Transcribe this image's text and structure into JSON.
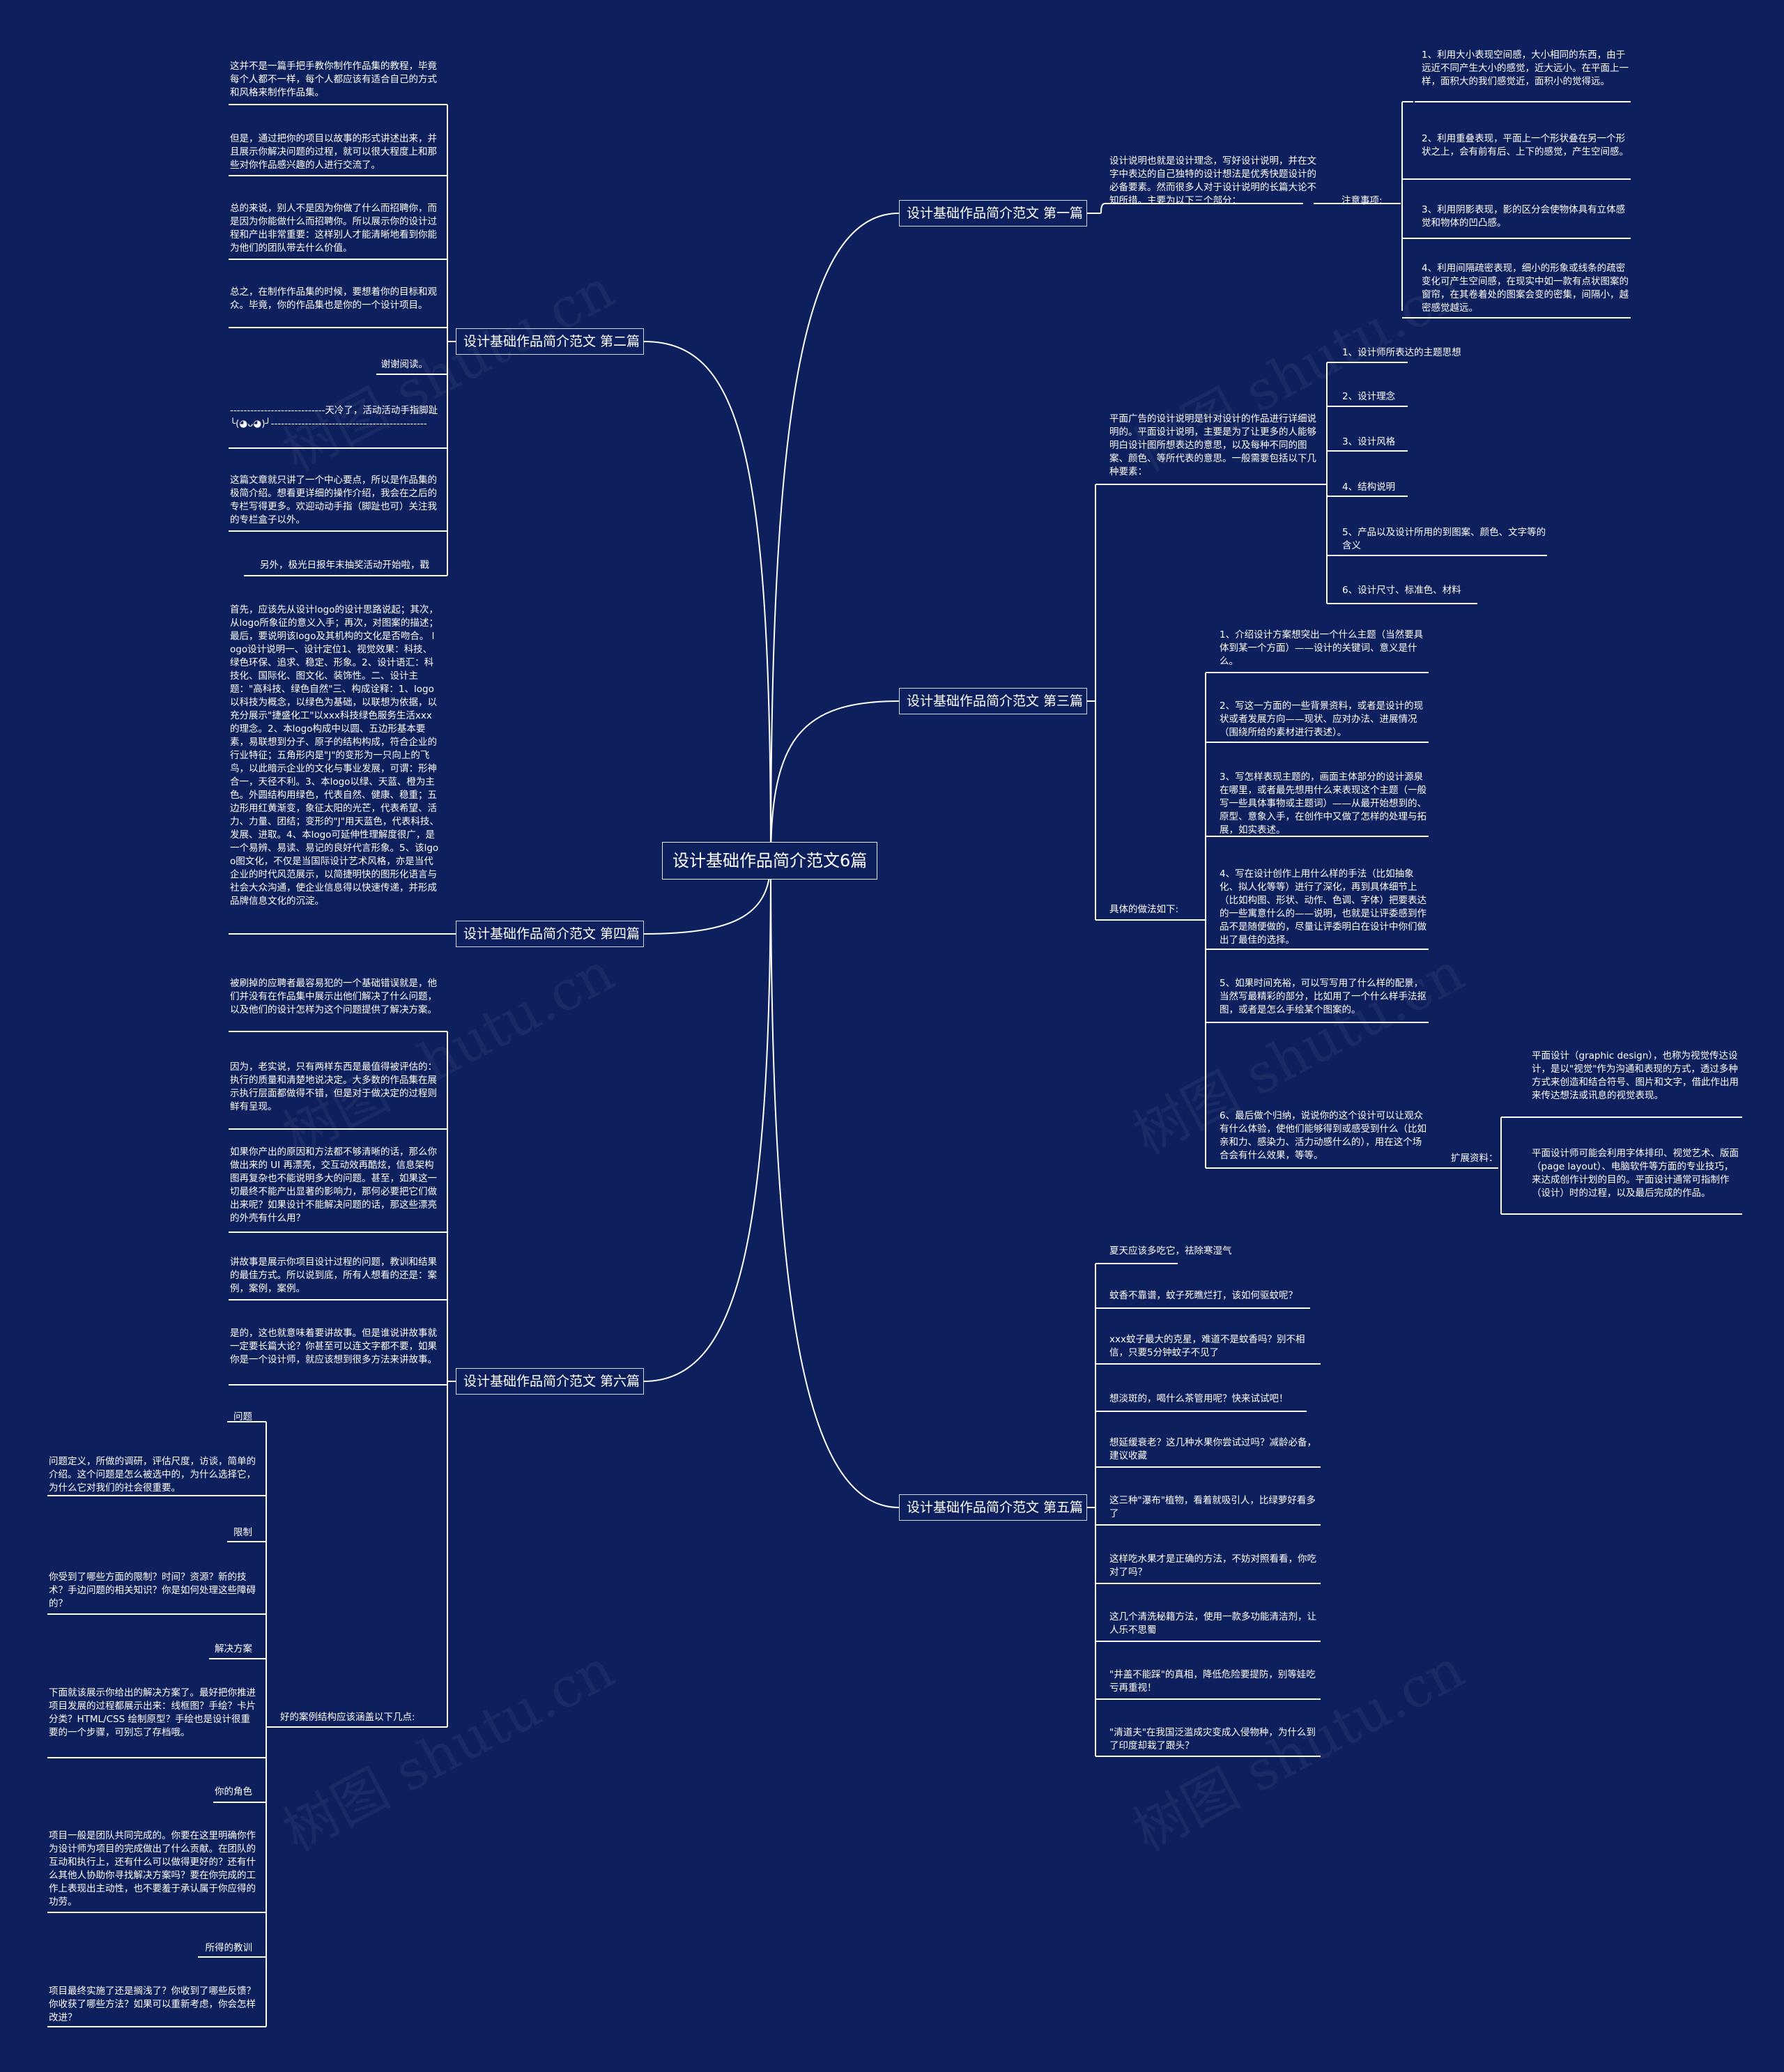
{
  "title": "设计基础作品简介范文6篇",
  "watermark": "树图 shutu.cn",
  "colors": {
    "background": "#0d1f5c",
    "line": "#ffffff",
    "text": "#ffffff"
  },
  "branches": {
    "b1": "设计基础作品简介范文 第一篇",
    "b2": "设计基础作品简介范文 第二篇",
    "b3": "设计基础作品简介范文 第三篇",
    "b4": "设计基础作品简介范文 第四篇",
    "b5": "设计基础作品简介范文 第五篇",
    "b6": "设计基础作品简介范文 第六篇"
  },
  "b1": {
    "intro": "设计说明也就是设计理念，写好设计说明，并在文字中表达的自己独特的设计想法是优秀快题设计的必备要素。然而很多人对于设计说明的长篇大论不知所措。主要为以下三个部分：",
    "notes_label": "注意事项:",
    "notes": [
      "1、利用大小表现空间感，大小相同的东西，由于远近不同产生大小的感觉，近大远小。在平面上一样，面积大的我们感觉近，面积小的觉得远。",
      "2、利用重叠表现，平面上一个形状叠在另一个形状之上，会有前有后、上下的感觉，产生空间感。",
      "3、利用阴影表现，影的区分会使物体具有立体感觉和物体的凹凸感。",
      "4、利用间隔疏密表现，细小的形象或线条的疏密变化可产生空间感，在现实中如一款有点状图案的窗帘，在其卷着处的图案会变的密集，间隔小，越密感觉越远。"
    ]
  },
  "b2": {
    "items": [
      "这并不是一篇手把手教你制作作品集的教程，毕竟每个人都不一样，每个人都应该有适合自己的方式和风格来制作作品集。",
      "但是，通过把你的项目以故事的形式讲述出来，并且展示你解决问题的过程，就可以很大程度上和那些对你作品感兴趣的人进行交流了。",
      "总的来说，别人不是因为你做了什么而招聘你，而是因为你能做什么而招聘你。所以展示你的设计过程和产出非常重要：这样别人才能清晰地看到你能为他们的团队带去什么价值。",
      "总之，在制作作品集的时候，要想着你的目标和观众。毕竟，你的作品集也是你的一个设计项目。",
      "谢谢阅读。",
      "----------------------------天冷了，活动活动手指脚趾 ╰(◕ᴗ◕)╯----------------------------------------------",
      "这篇文章就只讲了一个中心要点，所以是作品集的极简介绍。想看更详细的操作介绍，我会在之后的专栏写得更多。欢迎动动手指（脚趾也可）关注我的专栏盒子以外。",
      "另外，极光日报年末抽奖活动开始啦，戳"
    ]
  },
  "b3a": {
    "intro": "平面广告的设计说明是针对设计的作品进行详细说明的。平面设计说明，主要是为了让更多的人能够明白设计图所想表达的意思，以及每种不同的图案、颜色、等所代表的意思。一般需要包括以下几种要素：",
    "items": [
      "1、设计师所表达的主题思想",
      "2、设计理念",
      "3、设计风格",
      "4、结构说明",
      "5、产品以及设计所用的到图案、颜色、文字等的含义",
      "6、设计尺寸、标准色、材料"
    ]
  },
  "b3": {
    "method_label": "具体的做法如下:",
    "methods": [
      "1、介绍设计方案想突出一个什么主题（当然要具体到某一个方面）——设计的关键词、意义是什么。",
      "2、写这一方面的一些背景资料，或者是设计的现状或者发展方向——现状、应对办法、进展情况（围绕所给的素材进行表述）。",
      "3、写怎样表现主题的，画面主体部分的设计源泉在哪里，或者最先想用什么来表现这个主题（一般写一些具体事物或主题词）——从最开始想到的、原型、意象入手，在创作中又做了怎样的处理与拓展，如实表述。",
      "4、写在设计创作上用什么样的手法（比如抽象化、拟人化等等）进行了深化，再到具体细节上（比如构图、形状、动作、色调、字体）把要表达的一些寓意什么的——说明，也就是让评委感到作品不是随便做的，尽量让评委明白在设计中你们做出了最佳的选择。",
      "5、如果时间充裕，可以写写用了什么样的配景，当然写最精彩的部分，比如用了一个什么样手法抠图，或者是怎么手绘某个图案的。",
      "6、最后做个归纳，说说你的这个设计可以让观众有什么体验，使他们能够得到或感受到什么（比如亲和力、感染力、活力动感什么的），用在这个场合会有什么效果，等等。"
    ],
    "ext_label": "扩展资料：",
    "ext": [
      "平面设计（graphic design），也称为视觉传达设计，是以\"视觉\"作为沟通和表现的方式，透过多种方式来创造和结合符号、图片和文字，借此作出用来传达想法或讯息的视觉表现。",
      "平面设计师可能会利用字体排印、视觉艺术、版面（page layout）、电脑软件等方面的专业技巧，来达成创作计划的目的。平面设计通常可指制作（设计）时的过程，以及最后完成的作品。"
    ]
  },
  "b4": {
    "text": "首先，应该先从设计logo的设计思路说起；其次，从logo所象征的意义入手；再次，对图案的描述；最后，要说明该logo及其机构的文化是否吻合。 logo设计说明一、设计定位1、视觉效果：科技、绿色环保、追求、稳定、形象。2、设计语汇：科技化、国际化、图文化、装饰性。二、设计主题：\"高科技、绿色自然\"三、构成诠释：1、logo以科技为概念，以绿色为基础，以联想为依据，以充分展示\"捷盛化工\"以xxx科技绿色服务生活xxx的理念。2、本logo构成中以圆、五边形基本要素，易联想到分子、原子的结构构成，符合企业的行业特征；五角形内是\"J\"的变形为一只向上的飞鸟，以此暗示企业的文化与事业发展，可谓：形神合一，天径不利。3、本logo以绿、天蓝、橙为主色。外圆结构用绿色，代表自然、健康、稳重；五边形用红黄渐变，象征太阳的光芒，代表希望、活力、力量、团结；变形的\"J\"用天蓝色，代表科技、发展、进取。4、本logo可延伸性理解度很广，是一个易辨、易读、易记的良好代言形象。5、该lgoo图文化，不仅是当国际设计艺术风格，亦是当代企业的时代风范展示，以简捷明快的图形化语言与社会大众沟通，使企业信息得以快速传递，并形成品牌信息文化的沉淀。"
  },
  "b5": {
    "items": [
      "夏天应该多吃它，祛除寒湿气",
      "蚊香不靠谱，蚊子死瞧烂打，该如何驱蚊呢？",
      "xxx蚊子最大的克星，难道不是蚊香吗？别不相信，只要5分钟蚊子不见了",
      "想淡斑的，喝什么茶管用呢？快来试试吧！",
      "想延缓衰老？这几种水果你尝试过吗？减龄必备，建议收藏",
      "这三种\"瀑布\"植物，看着就吸引人，比绿萝好看多了",
      "这样吃水果才是正确的方法，不妨对照看看，你吃对了吗？",
      "这几个清洗秘籍方法，使用一款多功能清洁剂，让人乐不思蜀",
      "\"井盖不能踩\"的真相，降低危险要提防，别等娃吃亏再重视！",
      "\"清道夫\"在我国泛滥成灾变成入侵物种，为什么到了印度却栽了跟头？"
    ]
  },
  "b6": {
    "items": [
      "被刷掉的应聘者最容易犯的一个基础错误就是，他们并没有在作品集中展示出他们解决了什么问题，以及他们的设计怎样为这个问题提供了解决方案。",
      "因为，老实说，只有两样东西是最值得被评估的：执行的质量和清楚地说决定。大多数的作品集在展示执行层面都做得不错，但是对于做决定的过程则鲜有呈现。",
      "如果你产出的原因和方法都不够清晰的话，那么你做出来的 UI 再漂亮，交互动效再酷炫，信息架构图再复杂也不能说明多大的问题。甚至，如果这一切最终不能产出显著的影响力，那何必要把它们做出来呢？如果设计不能解决问题的话，那这些漂亮的外壳有什么用？",
      "讲故事是展示你项目设计过程的问题，教训和结果的最佳方式。所以说到底，所有人想看的还是：案例，案例，案例。",
      "是的，这也就意味着要讲故事。但是谁说讲故事就一定要长篇大论？你甚至可以连文字都不要，如果你是一个设计师，就应该想到很多方法来讲故事。"
    ],
    "case_label": "好的案例结构应该涵盖以下几点:",
    "case": [
      {
        "label": "问题",
        "text": "问题定义，所做的调研，评估尺度，访谈，简单的介绍。这个问题是怎么被选中的，为什么选择它，为什么它对我们的社会很重要。"
      },
      {
        "label": "限制",
        "text": "你受到了哪些方面的限制？时间？资源？新的技术？手边问题的相关知识？你是如何处理这些障碍的？"
      },
      {
        "label": "解决方案",
        "text": "下面就该展示你给出的解决方案了。最好把你推进项目发展的过程都展示出来：线框图？手绘？卡片分类？HTML/CSS 绘制原型？手绘也是设计很重要的一个步骤，可别忘了存档哦。"
      },
      {
        "label": "你的角色",
        "text": "项目一般是团队共同完成的。你要在这里明确你作为设计师为项目的完成做出了什么贡献。在团队的互动和执行上，还有什么可以做得更好的？还有什么其他人协助你寻找解决方案吗？要在你完成的工作上表现出主动性，也不要羞于承认属于你应得的功劳。"
      },
      {
        "label": "所得的教训",
        "text": "项目最终实施了还是搁浅了？你收到了哪些反馈？你收获了哪些方法？如果可以重新考虑，你会怎样改进？"
      }
    ]
  }
}
